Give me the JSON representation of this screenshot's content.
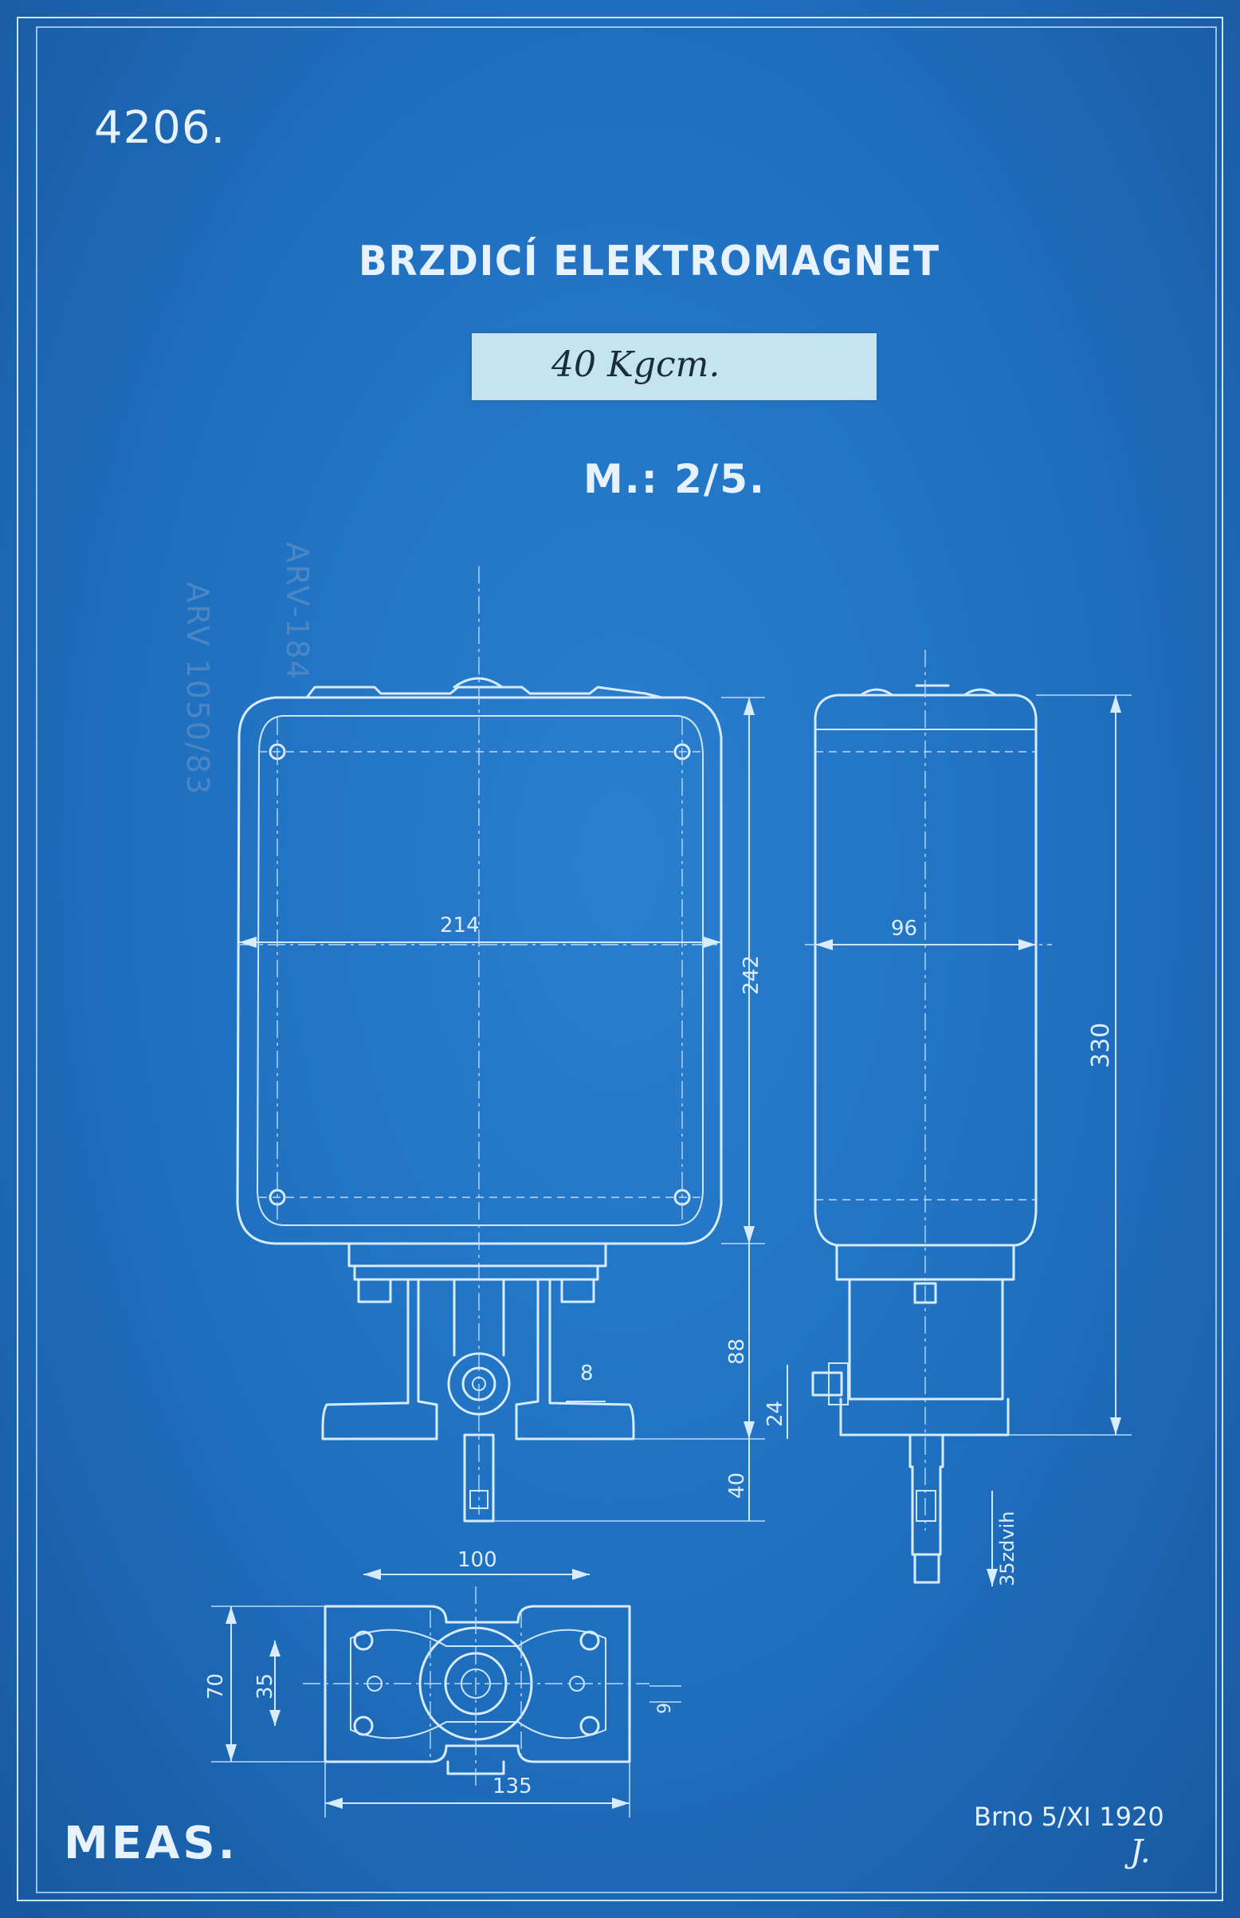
{
  "drawing_number": "4206.",
  "title": "BRZDICÍ ELEKTROMAGNET",
  "label_strip": "40 Kgcm.",
  "scale": "M.: 2/5.",
  "dimensions": {
    "width_front": "214",
    "height_body": "242",
    "width_side": "96",
    "height_total": "330",
    "base_height": "88",
    "foot_height": "24",
    "shaft_length": "40",
    "slot": "8",
    "thread": "35zdvih",
    "base_length": "100",
    "base_width": "70",
    "hole_spacing": "35",
    "base_total": "135",
    "hole_dia": "9"
  },
  "stamps": {
    "line1": "ARV 1050/83",
    "line2": "ARV-184"
  },
  "maker": "MEAS.",
  "place_date": "Brno 5/XI 1920",
  "initials": "J."
}
